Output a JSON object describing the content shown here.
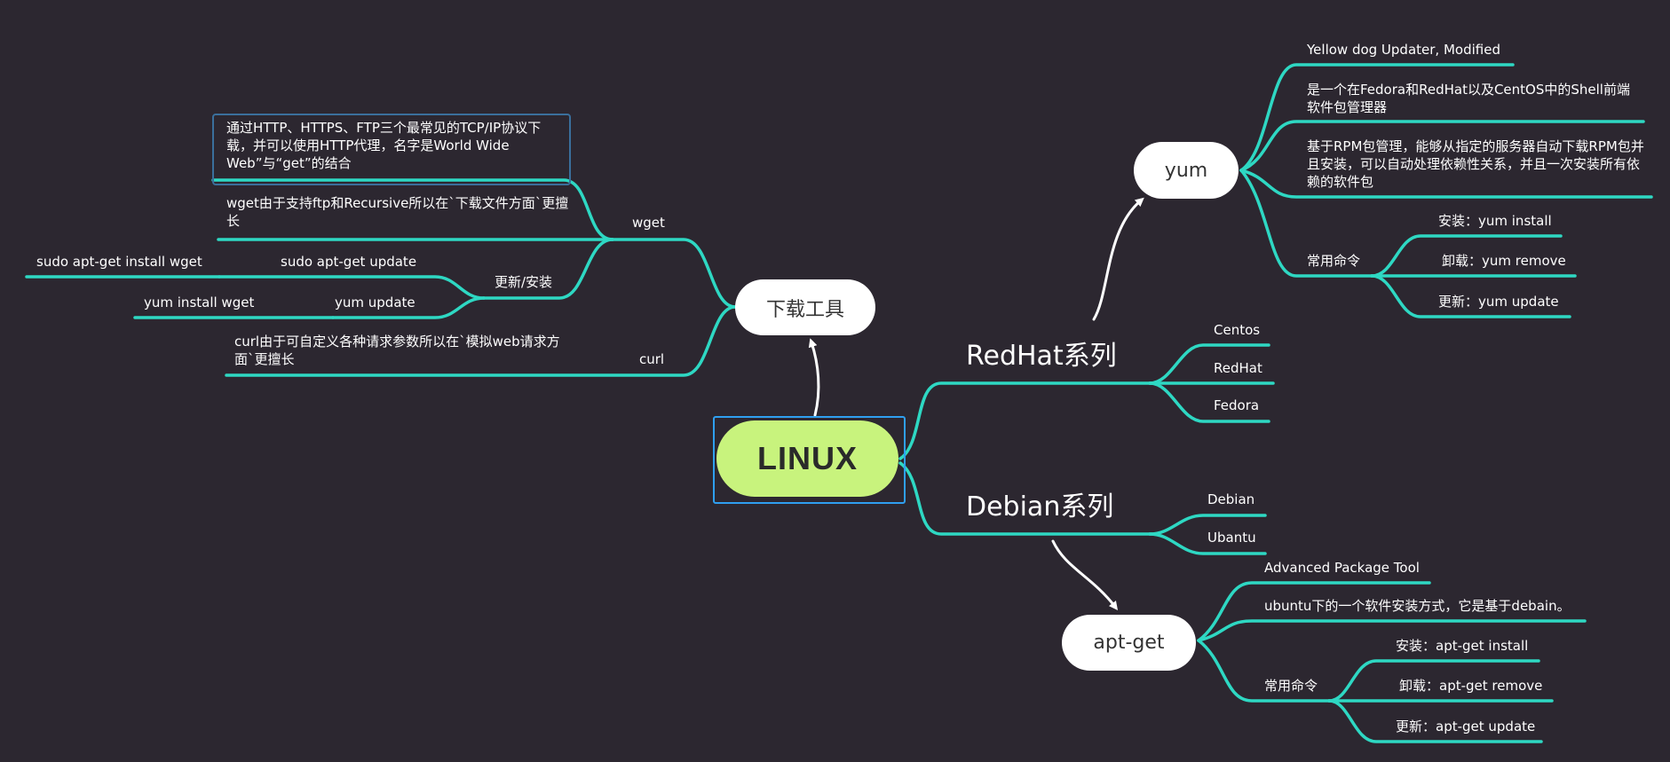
{
  "root": {
    "label": "LINUX"
  },
  "branches": {
    "redhat": {
      "label": "RedHat系列"
    },
    "debian": {
      "label": "Debian系列"
    }
  },
  "tools": {
    "label": "下载工具",
    "wget": {
      "label": "wget",
      "desc": "通过HTTP、HTTPS、FTP三个最常见的TCP/IP协议下载，并可以使用HTTP代理，名字是World Wide Web”与“get”的结合",
      "advantage": "wget由于支持ftp和Recursive所以在`下载文件方面`更擅长",
      "update_install": {
        "label": "更新/安装",
        "apt_update": "sudo apt-get update",
        "apt_install": "sudo apt-get install wget",
        "yum_update": "yum update",
        "yum_install": "yum install wget"
      }
    },
    "curl": {
      "label": "curl",
      "desc": "curl由于可自定义各种请求参数所以在`模拟web请求方面`更擅长"
    }
  },
  "redhat_items": [
    "Centos",
    "RedHat",
    "Fedora"
  ],
  "debian_items": [
    "Debian",
    "Ubantu"
  ],
  "yum": {
    "label": "yum",
    "full_name": "Yellow dog Updater, Modified",
    "desc1": "是一个在Fedora和RedHat以及CentOS中的Shell前端软件包管理器",
    "desc2": "基于RPM包管理，能够从指定的服务器自动下载RPM包并且安装，可以自动处理依赖性关系，并且一次安装所有依赖的软件包",
    "common_label": "常用命令",
    "commands": [
      "安装：yum install",
      "卸载：yum remove",
      "更新：yum update"
    ]
  },
  "aptget": {
    "label": "apt-get",
    "full_name": "Advanced Package Tool",
    "desc": "ubuntu下的一个软件安装方式，它是基于debain。",
    "common_label": "常用命令",
    "commands": [
      "安装：apt-get install",
      "卸载：apt-get remove",
      "更新：apt-get update"
    ]
  },
  "colors": {
    "background": "#2c2730",
    "connector": "#2ed8c3",
    "root_fill": "#c8f37d",
    "root_border": "#2f9ff0",
    "arrow": "#ffffff"
  }
}
